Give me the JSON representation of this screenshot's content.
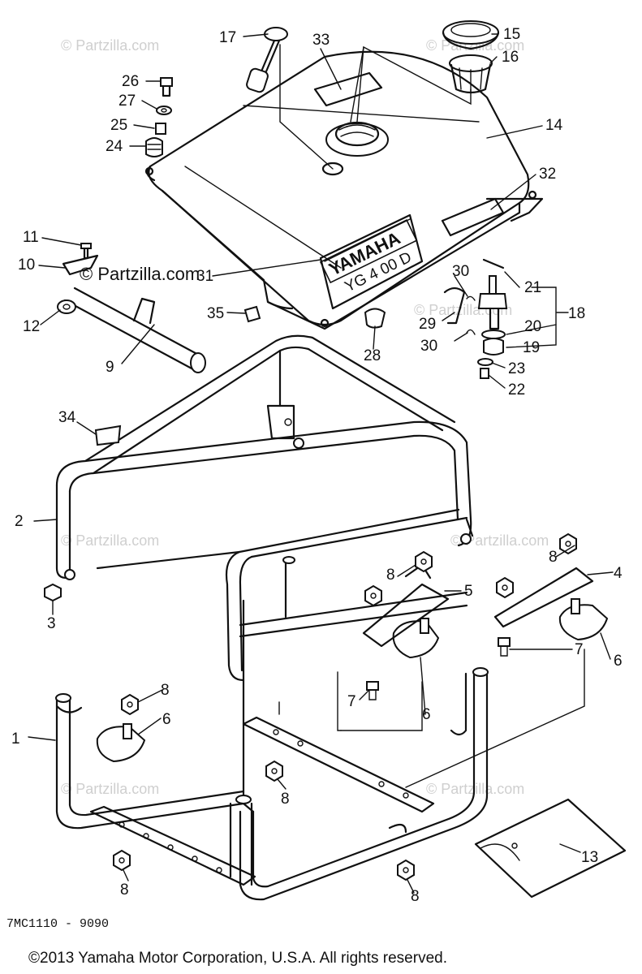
{
  "watermarks": {
    "faint": "© Partzilla.com",
    "bold": "© Partzilla.com"
  },
  "tank": {
    "brand": "YAMAHA",
    "model": "YG 4 00 D"
  },
  "callouts": {
    "p1": "1",
    "p2": "2",
    "p3": "3",
    "p4": "4",
    "p5": "5",
    "p6a": "6",
    "p6b": "6",
    "p6c": "6",
    "p7a": "7",
    "p7b": "7",
    "p8a": "8",
    "p8b": "8",
    "p8c": "8",
    "p8d": "8",
    "p8e": "8",
    "p8f": "8",
    "p9": "9",
    "p10": "10",
    "p11": "11",
    "p12": "12",
    "p13": "13",
    "p14": "14",
    "p15": "15",
    "p16": "16",
    "p17": "17",
    "p18": "18",
    "p19": "19",
    "p20": "20",
    "p21": "21",
    "p22": "22",
    "p23": "23",
    "p24": "24",
    "p25": "25",
    "p26": "26",
    "p27": "27",
    "p28": "28",
    "p29": "29",
    "p30a": "30",
    "p30b": "30",
    "p31": "31",
    "p32": "32",
    "p33": "33",
    "p34": "34",
    "p35": "35"
  },
  "diagram_code": "7MC1110 - 9090",
  "copyright": "©2013  Yamaha Motor Corporation, U.S.A. All rights reserved."
}
